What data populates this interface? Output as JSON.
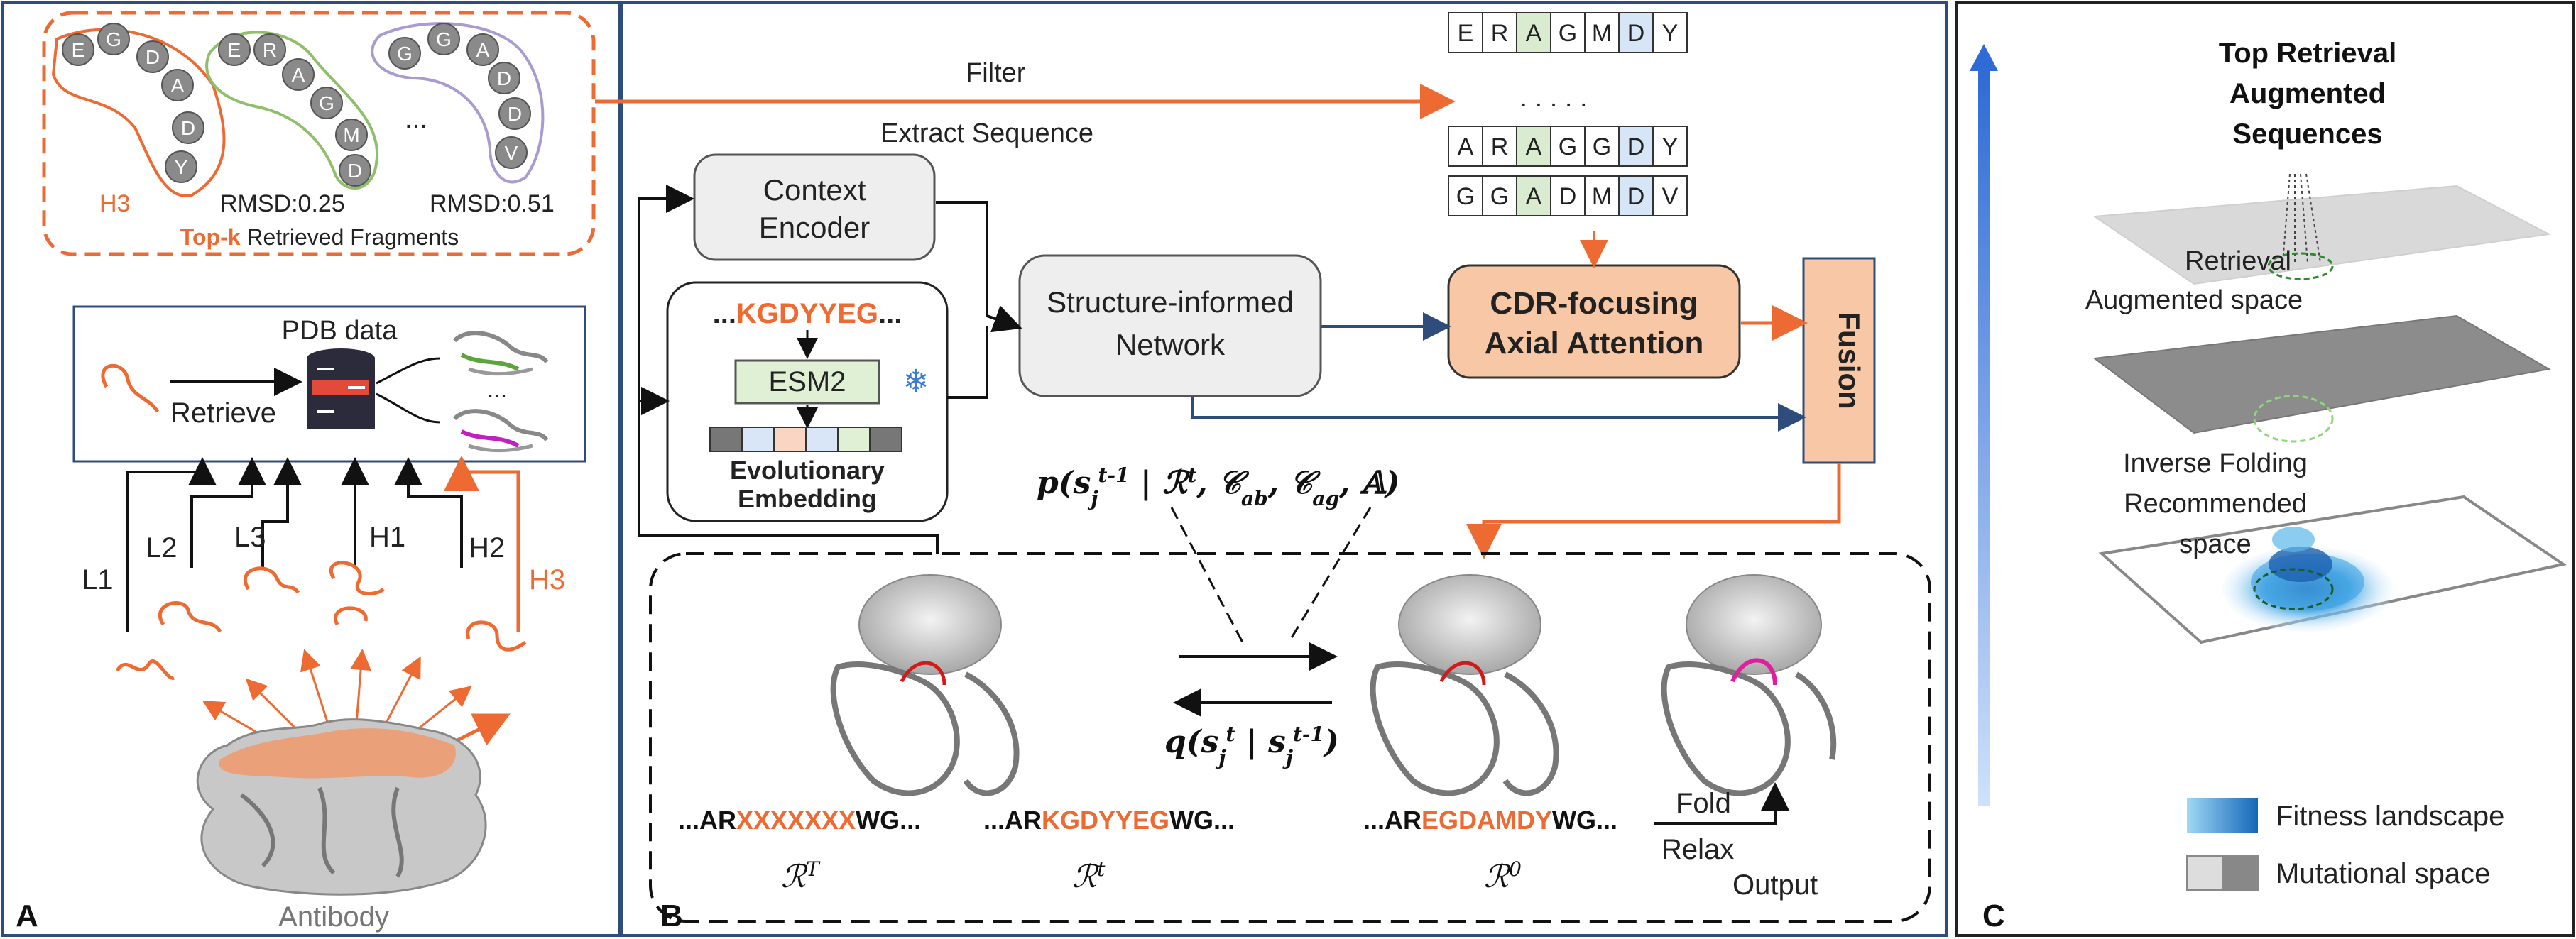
{
  "colors": {
    "accent": "#ed6a33",
    "navy": "#2f4d7a",
    "green": "#8fbf6b",
    "purple": "#a99ad0",
    "gray_box": "#eeeeee",
    "peach": "#f8c8a6",
    "blue_arrow": "#2e6bd6"
  },
  "panels": {
    "A": "A",
    "B": "B",
    "C": "C"
  },
  "panelA": {
    "h3_fragment": [
      "E",
      "G",
      "D",
      "A",
      "D",
      "Y"
    ],
    "green_fragment": [
      "E",
      "R",
      "A",
      "G",
      "M",
      "D"
    ],
    "purple_fragment": [
      "G",
      "G",
      "A",
      "D",
      "D",
      "V"
    ],
    "ellipsis": "...",
    "h3_label": "H3",
    "rmsd_1": "RMSD:0.25",
    "rmsd_2": "RMSD:0.51",
    "topk_strong": "Top-k",
    "topk_rest": " Retrieved Fragments",
    "pdb_title": "PDB data",
    "retrieve": "Retrieve",
    "db_ellipsis": "...",
    "cdr_labels": [
      "L1",
      "L2",
      "L3",
      "H1",
      "H2",
      "H3"
    ],
    "antibody": "Antibody"
  },
  "panelB": {
    "filter": "Filter",
    "extract_sequence": "Extract Sequence",
    "context_encoder_line1": "Context",
    "context_encoder_line2": "Encoder",
    "seq_prefix": "...",
    "seq_highlight": "KGDYYEG",
    "seq_suffix": "...",
    "esm": "ESM2",
    "snowflake": "❄",
    "evo_line1": "Evolutionary",
    "evo_line2": "Embedding",
    "structure_line1": "Structure-informed",
    "structure_line2": "Network",
    "cdr_line1": "CDR-focusing",
    "cdr_line2": "Axial Attention",
    "fusion": "Fusion",
    "msa_rows": [
      [
        "E",
        "R",
        "A",
        "G",
        "M",
        "D",
        "Y"
      ],
      [
        "A",
        "R",
        "A",
        "G",
        "G",
        "D",
        "Y"
      ],
      [
        "G",
        "G",
        "A",
        "D",
        "M",
        "D",
        "V"
      ]
    ],
    "msa_dots": ". . . . .",
    "p_formula": "p(s_j^{t-1} | R^t, C_ab, C_ag, A)",
    "q_formula": "q(s_j^t | s_j^{t-1})",
    "seq_T": {
      "pre": "...AR",
      "mid": "XXXXXXX",
      "post": "WG..."
    },
    "seq_t": {
      "pre": "...AR",
      "mid": "KGDYYEG",
      "post": "WG..."
    },
    "seq_0": {
      "pre": "...AR",
      "mid": "EGDAMDY",
      "post": "WG..."
    },
    "label_T": "R^T",
    "label_t": "R^t",
    "label_0": "R^0",
    "fold": "Fold",
    "relax": "Relax",
    "output": "Output"
  },
  "panelC": {
    "title_line1": "Top Retrieval",
    "title_line2": "Augmented",
    "title_line3": "Sequences",
    "retrieval_line1": "Retrieval",
    "retrieval_line2": "Augmented space",
    "inverse_line1": "Inverse Folding",
    "inverse_line2": "Recommended",
    "inverse_line3": "space",
    "legend_fitness": "Fitness landscape",
    "legend_mutational": "Mutational space"
  }
}
